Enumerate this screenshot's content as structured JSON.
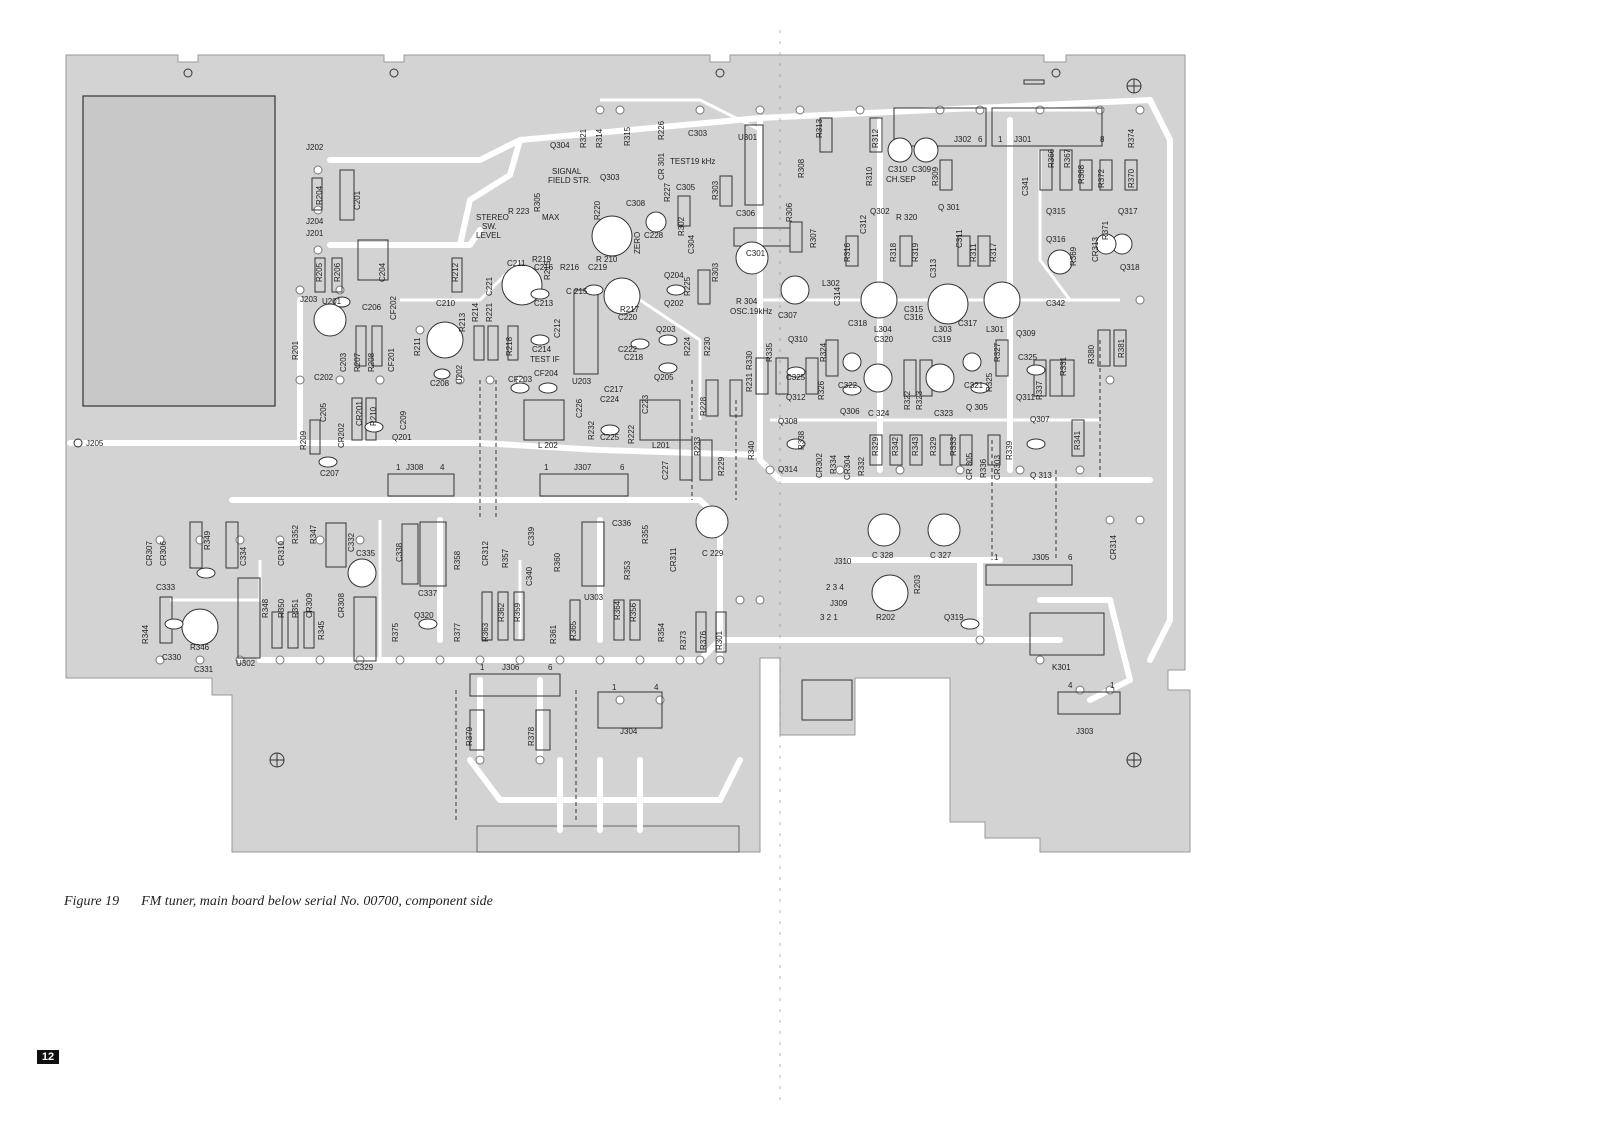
{
  "figure": {
    "number": "Figure 19",
    "caption": "FM tuner, main board below serial No. 00700, component side",
    "page_number": "12"
  },
  "board": {
    "connectors": [
      "J201",
      "J202",
      "J203",
      "J204",
      "J205",
      "J301",
      "J302",
      "J303",
      "J304",
      "J305",
      "J306",
      "J307",
      "J308",
      "J309",
      "J310"
    ],
    "connector_pins": {
      "J308": [
        "1",
        "4"
      ],
      "J307": [
        "1",
        "6"
      ],
      "J305": [
        "1",
        "6"
      ],
      "J306": [
        "1",
        "6"
      ],
      "J304": [
        "1",
        "4"
      ],
      "J303": [
        "4",
        "1"
      ],
      "J302": [
        "6"
      ],
      "J301": [
        "1",
        "8"
      ],
      "J309": [
        "3",
        "2",
        "1"
      ],
      "J310": [
        "2",
        "3",
        "4"
      ]
    },
    "ics": [
      "U201",
      "U202",
      "U203",
      "U301",
      "U302",
      "U303"
    ],
    "relay": "K301",
    "transistors": [
      "Q201",
      "Q202",
      "Q203",
      "Q204",
      "Q205",
      "Q301",
      "Q302",
      "Q303",
      "Q304",
      "Q305",
      "Q306",
      "Q307",
      "Q308",
      "Q309",
      "Q310",
      "Q311",
      "Q312",
      "Q313",
      "Q314",
      "Q315",
      "Q316",
      "Q317",
      "Q318",
      "Q319",
      "Q320"
    ],
    "coils": [
      "L201",
      "L202",
      "L301",
      "L302",
      "L303",
      "L304"
    ],
    "filters": [
      "CF201",
      "CF202",
      "CF203",
      "CF204"
    ],
    "resistors_left": [
      "R201",
      "R203",
      "R204",
      "R205",
      "R206",
      "R207",
      "R208",
      "R209",
      "R210",
      "R211",
      "R212",
      "R213",
      "R214",
      "R215",
      "R216",
      "R217",
      "R218",
      "R219",
      "R220",
      "R221",
      "R222",
      "R223",
      "R224",
      "R225",
      "R226",
      "R227",
      "R228",
      "R229",
      "R230",
      "R231",
      "R232",
      "R233"
    ],
    "resistors_right": [
      "R301",
      "R302",
      "R303",
      "R304",
      "R305",
      "R306",
      "R307",
      "R308",
      "R309",
      "R310",
      "R311",
      "R312",
      "R313",
      "R314",
      "R315",
      "R316",
      "R317",
      "R318",
      "R319",
      "R320",
      "R321",
      "R322",
      "R323",
      "R324",
      "R325",
      "R326",
      "R327",
      "R329",
      "R330",
      "R331",
      "R332",
      "R333",
      "R334",
      "R335",
      "R336",
      "R337",
      "R338",
      "R339",
      "R340",
      "R341",
      "R342",
      "R343",
      "R344",
      "R345",
      "R346",
      "R347",
      "R348",
      "R349",
      "R350",
      "R351",
      "R352",
      "R353",
      "R354",
      "R355",
      "R356",
      "R357",
      "R358",
      "R359",
      "R360",
      "R361",
      "R362",
      "R363",
      "R364",
      "R365",
      "R366",
      "R367",
      "R368",
      "R369",
      "R370",
      "R371",
      "R372",
      "R373",
      "R374",
      "R375",
      "R376",
      "R377",
      "R378",
      "R379",
      "R380",
      "R381"
    ],
    "capacitors": [
      "C201",
      "C202",
      "C203",
      "C204",
      "C206",
      "C207",
      "C208",
      "C209",
      "C210",
      "C211",
      "C212",
      "C213",
      "C214",
      "C215",
      "C216",
      "C217",
      "C218",
      "C219",
      "C220",
      "C221",
      "C222",
      "C223",
      "C224",
      "C225",
      "C226",
      "C227",
      "C228",
      "C229",
      "C301",
      "C303",
      "C304",
      "C305",
      "C306",
      "C307",
      "C308",
      "C309",
      "C310",
      "C311",
      "C312",
      "C313",
      "C314",
      "C315",
      "C316",
      "C317",
      "C318",
      "C319",
      "C320",
      "C321",
      "C322",
      "C323",
      "C324",
      "C325",
      "C326",
      "C327",
      "C328",
      "C329",
      "C330",
      "C331",
      "C332",
      "C333",
      "C334",
      "C335",
      "C336",
      "C337",
      "C338",
      "C339",
      "C340",
      "C341",
      "C342"
    ],
    "diodes": [
      "CR201",
      "CR202",
      "CR301",
      "CR302",
      "CR303",
      "CR304",
      "CR305",
      "CR306",
      "CR307",
      "CR308",
      "CR309",
      "CR310",
      "CR311",
      "CR312",
      "CR313",
      "CR314"
    ],
    "annotations": [
      "STEREO",
      "SW.",
      "LEVEL",
      "SIGNAL",
      "FIELD STR.",
      "MAX",
      "ZERO",
      "TEST 19 kHz",
      "TEST IF",
      "OSC. 19kHz",
      "CH.SEP"
    ]
  },
  "colors": {
    "board": "#d3d3d3",
    "trace": "#ffffff",
    "ink": "#222222",
    "shield": "#c8c8c8"
  }
}
